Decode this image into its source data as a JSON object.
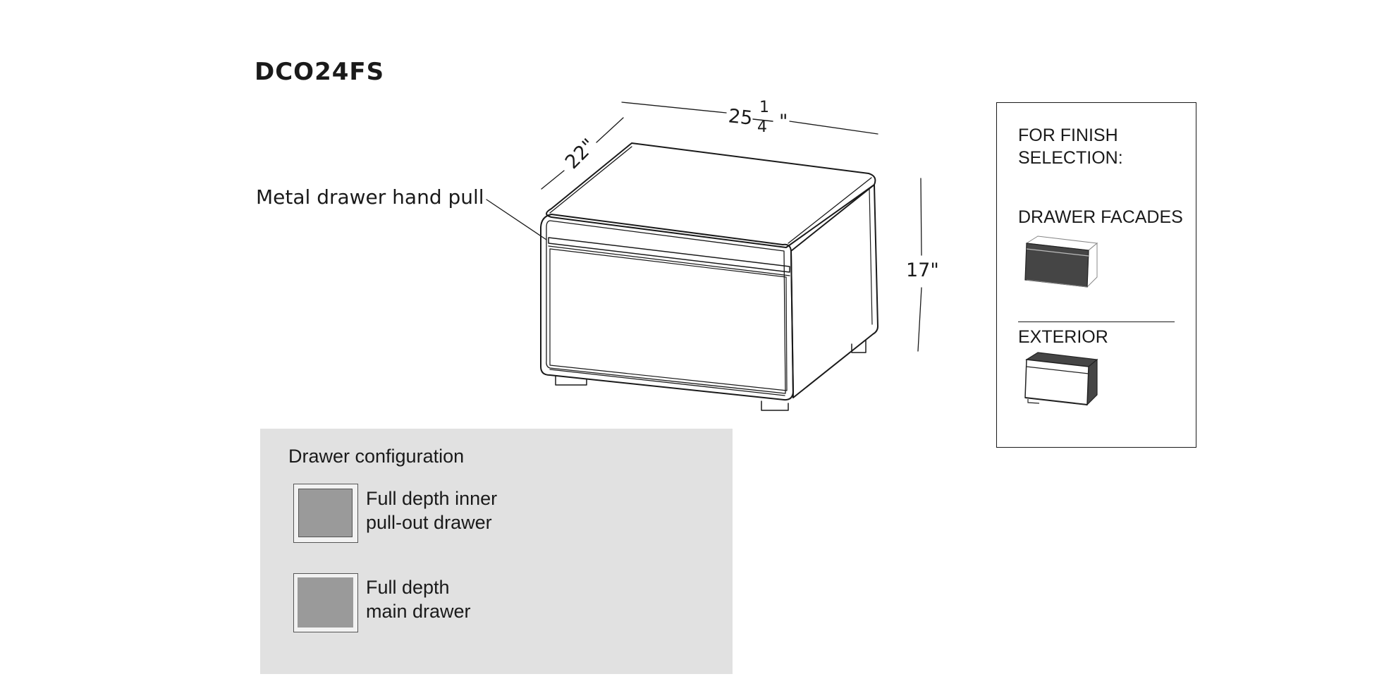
{
  "product": {
    "model": "DCO24FS"
  },
  "dimensions": {
    "width_whole": "25",
    "width_frac_num": "1",
    "width_frac_den": "4",
    "width_unit": "\"",
    "depth": "22\"",
    "height": "17\""
  },
  "callouts": {
    "pull": "Metal drawer hand pull"
  },
  "finish": {
    "heading": "FOR FINISH\nSELECTION:",
    "facades_label": "DRAWER FACADES",
    "exterior_label": "EXTERIOR"
  },
  "config": {
    "title": "Drawer configuration",
    "items": [
      {
        "label_line1": "Full depth inner",
        "label_line2": "pull-out drawer"
      },
      {
        "label_line1": "Full depth",
        "label_line2": "main drawer"
      }
    ]
  },
  "colors": {
    "line": "#1a1a1a",
    "panel": "#e1e1e1",
    "swatch": "#9a9a9a",
    "dark_finish": "#454545"
  }
}
